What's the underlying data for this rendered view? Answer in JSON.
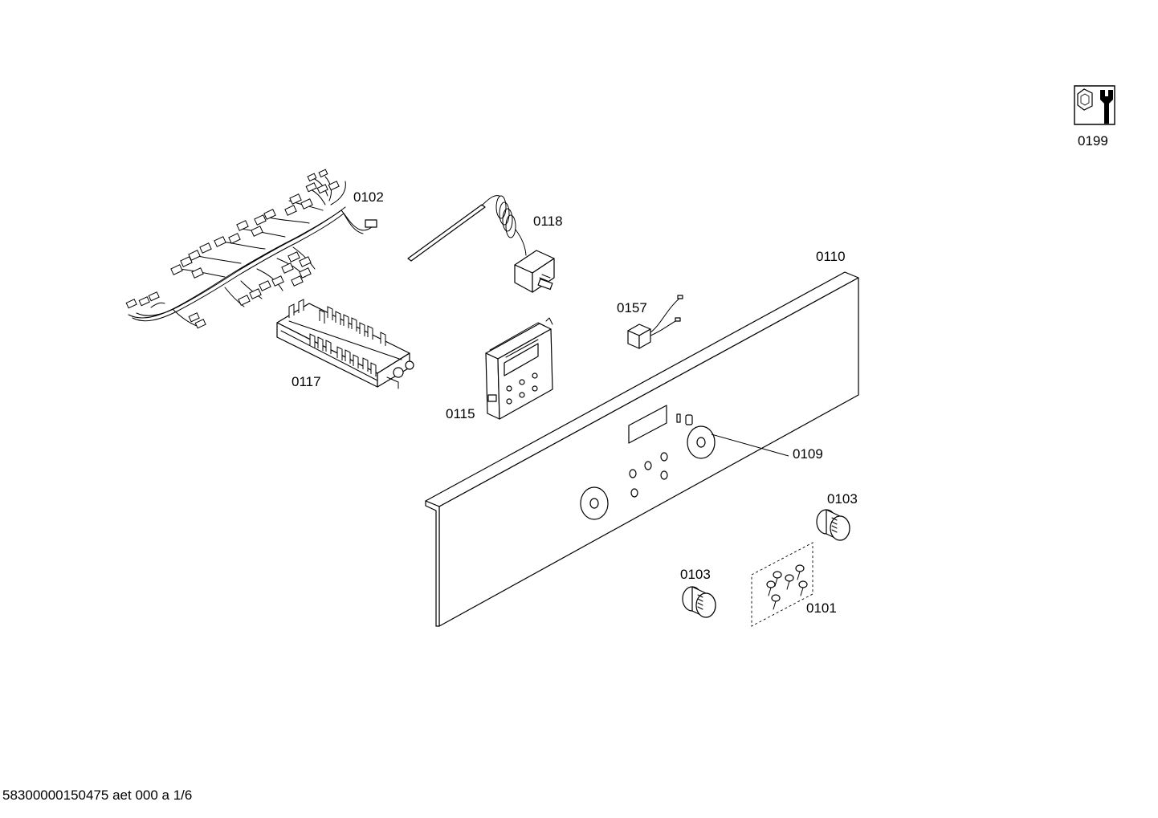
{
  "labels": {
    "p0102": "0102",
    "p0118": "0118",
    "p0110": "0110",
    "p0157": "0157",
    "p0117": "0117",
    "p0115": "0115",
    "p0109": "0109",
    "p0103a": "0103",
    "p0103b": "0103",
    "p0101": "0101",
    "p0199": "0199"
  },
  "footer": "58300000150475 aet 000 a 1/6",
  "icons": {
    "service_tool": "wrench-nut-icon"
  }
}
